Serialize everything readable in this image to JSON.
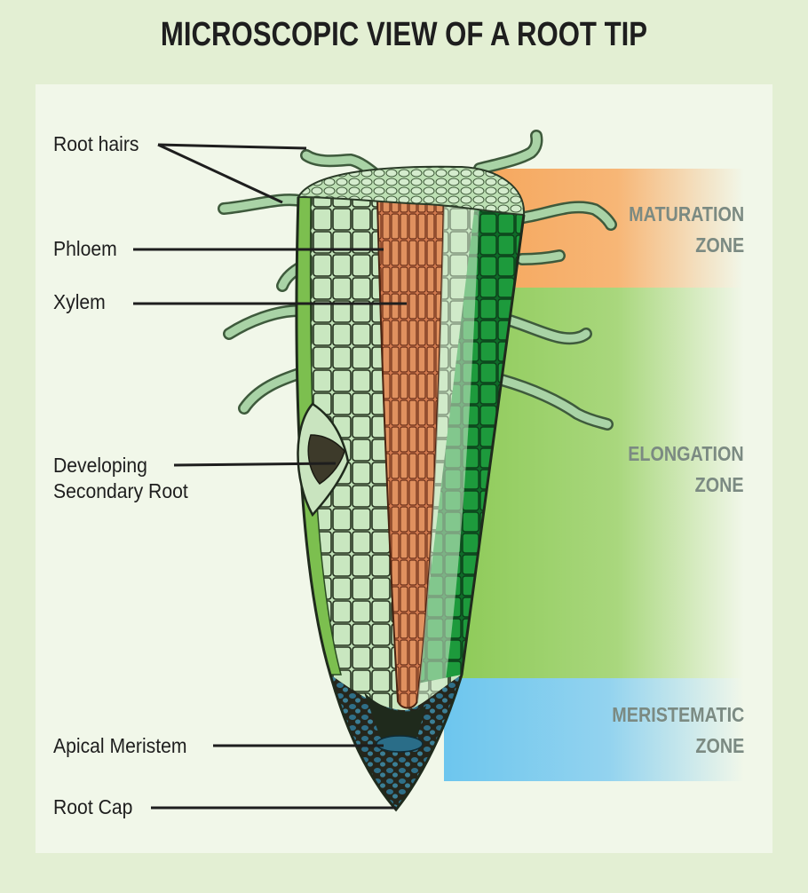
{
  "title": "MICROSCOPIC VIEW OF A ROOT TIP",
  "labels": {
    "root_hairs": "Root hairs",
    "phloem": "Phloem",
    "xylem": "Xylem",
    "developing_secondary_root": [
      "Developing",
      "Secondary Root"
    ],
    "apical_meristem": "Apical Meristem",
    "root_cap": "Root Cap"
  },
  "zones": [
    {
      "id": "maturation",
      "lines": [
        "MATURATION",
        "ZONE"
      ],
      "color": "#f5a55a"
    },
    {
      "id": "elongation",
      "lines": [
        "ELONGATION",
        "ZONE"
      ],
      "color": "#8fcb5a"
    },
    {
      "id": "meristematic",
      "lines": [
        "MERISTEMATIC",
        "ZONE"
      ],
      "color": "#6dc6ee"
    }
  ],
  "colors": {
    "background": "#e3efd3",
    "panel": "#f1f7e9",
    "epidermis_dark": "#1d9a3c",
    "cortex_light": "#bfe0b6",
    "vascular": "#d98055",
    "meristem_dark": "#2b2a1e",
    "meristem_cells": "#2f6f88"
  }
}
